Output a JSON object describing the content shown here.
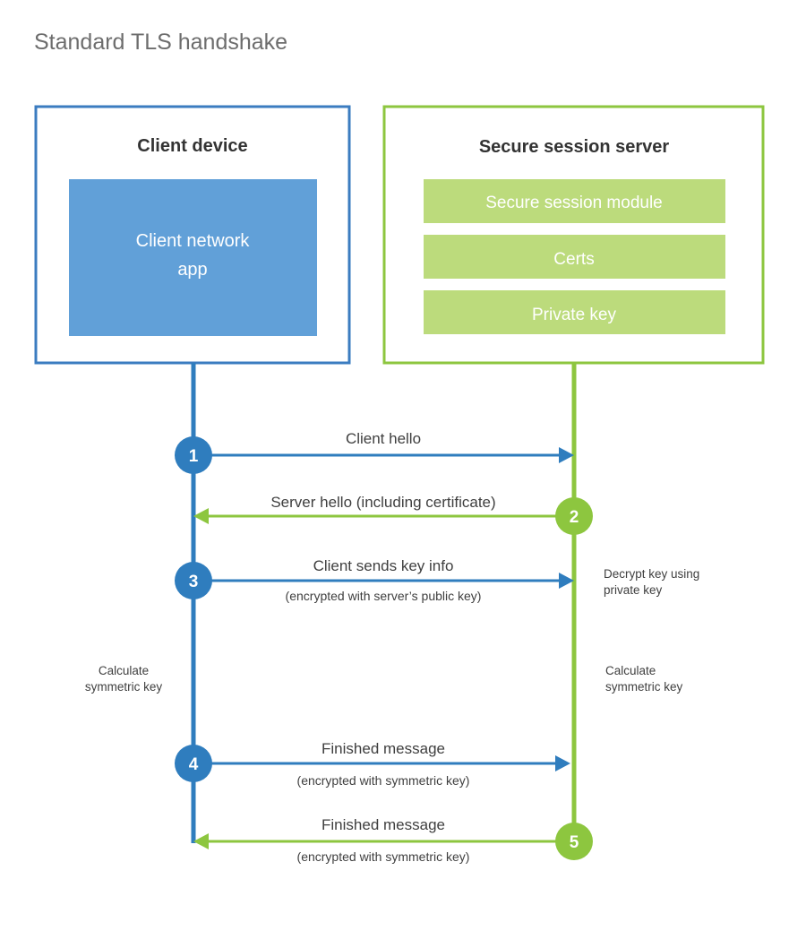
{
  "title": "Standard TLS handshake",
  "colors": {
    "client_border": "#3b7cc0",
    "client_line": "#2f7dbe",
    "client_fill": "#61a0d8",
    "server_border": "#8dc63f",
    "server_line": "#8dc63f",
    "server_fill": "#bcdb7c",
    "text_dark": "#333333",
    "text_body": "#3f3f3f",
    "title_gray": "#6d6d6d",
    "white": "#ffffff"
  },
  "client_panel": {
    "title": "Client device",
    "app_label_line1": "Client network",
    "app_label_line2": "app"
  },
  "server_panel": {
    "title": "Secure session server",
    "bars": [
      {
        "label": "Secure session module"
      },
      {
        "label": "Certs"
      },
      {
        "label": "Private key"
      }
    ]
  },
  "steps": [
    {
      "number": "1",
      "label": "Client hello",
      "sublabel": "",
      "direction": "client-to-server",
      "side": "client"
    },
    {
      "number": "2",
      "label": "Server hello (including certificate)",
      "sublabel": "",
      "direction": "server-to-client",
      "side": "server"
    },
    {
      "number": "3",
      "label": "Client sends key info",
      "sublabel": "(encrypted with server’s public key)",
      "direction": "client-to-server",
      "side": "client"
    },
    {
      "number": "4",
      "label": "Finished message",
      "sublabel": "(encrypted with symmetric key)",
      "direction": "client-to-server",
      "side": "client"
    },
    {
      "number": "5",
      "label": "Finished message",
      "sublabel": "(encrypted with symmetric key)",
      "direction": "server-to-client",
      "side": "server"
    }
  ],
  "notes": {
    "decrypt_line1": "Decrypt key using",
    "decrypt_line2": "private key",
    "client_calc_line1": "Calculate",
    "client_calc_line2": "symmetric key",
    "server_calc_line1": "Calculate",
    "server_calc_line2": "symmetric key"
  }
}
